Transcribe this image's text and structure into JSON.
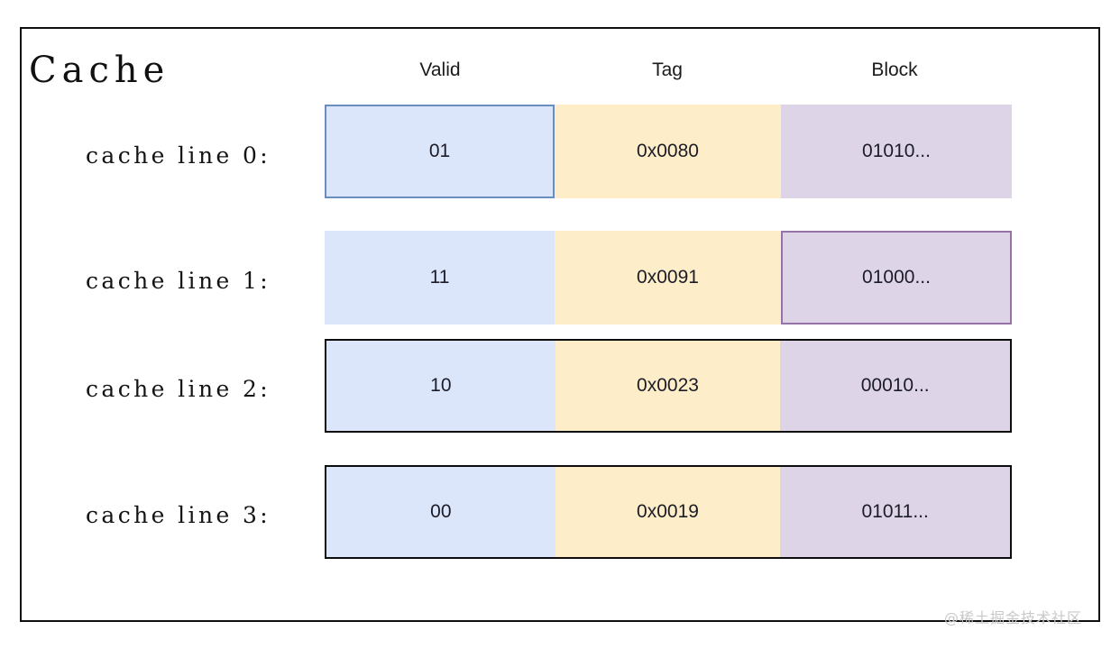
{
  "diagram": {
    "title": "Cache",
    "watermark": "@稀土掘金技术社区",
    "headers": [
      {
        "label": "Valid"
      },
      {
        "label": "Tag"
      },
      {
        "label": "Block"
      }
    ],
    "colors": {
      "valid_fill": "#dce6fa",
      "tag_fill": "#fdeec9",
      "block_fill": "#ded4e8",
      "valid_border": "#6c8ebf",
      "block_border": "#9673a6",
      "row_border": "#0d0d0d",
      "frame_border": "#0f0f0f",
      "text": "#1c1c28",
      "watermark_text": "#c9c9c9"
    },
    "rows": [
      {
        "label": "cache line 0:",
        "valid": "01",
        "tag": "0x0080",
        "block": "01010...",
        "row_border": "none",
        "valid_highlight": "blue",
        "block_highlight": "none"
      },
      {
        "label": "cache line 1:",
        "valid": "11",
        "tag": "0x0091",
        "block": "01000...",
        "row_border": "none",
        "valid_highlight": "none",
        "block_highlight": "purple"
      },
      {
        "label": "cache line 2:",
        "valid": "10",
        "tag": "0x0023",
        "block": "00010...",
        "row_border": "dark",
        "valid_highlight": "none",
        "block_highlight": "none"
      },
      {
        "label": "cache line 3:",
        "valid": "00",
        "tag": "0x0019",
        "block": "01011...",
        "row_border": "dark",
        "valid_highlight": "none",
        "block_highlight": "none"
      }
    ]
  }
}
